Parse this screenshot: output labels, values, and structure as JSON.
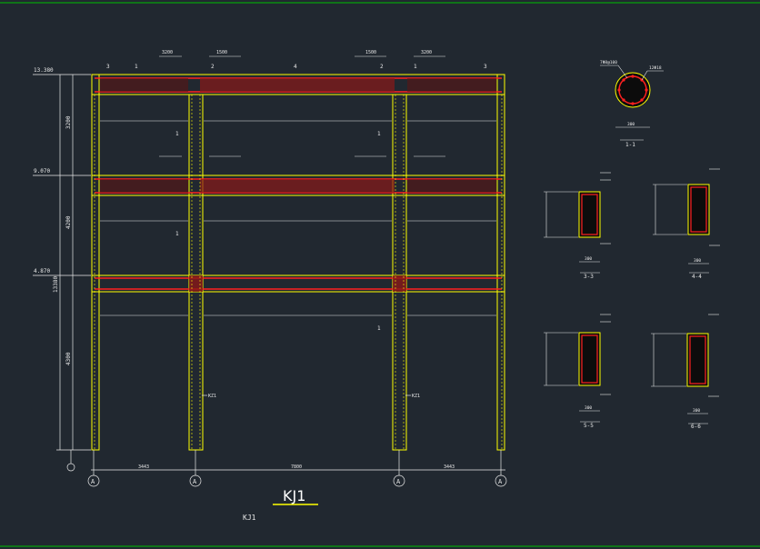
{
  "drawing": {
    "title": "KJ1",
    "subtitle": "KJ1",
    "elevations": [
      "13.380",
      "9.070",
      "4.870"
    ],
    "axis_labels": [
      "A",
      "A",
      "A",
      "A"
    ],
    "axis_dims": [
      "3443",
      "7800",
      "3443"
    ],
    "story_dims": [
      "4300",
      "4200",
      "3200",
      "13380"
    ],
    "top_dims": [
      "3200",
      "1500",
      "1500",
      "3200"
    ],
    "beam_labels": [
      "3",
      "1",
      "2",
      "4",
      "2",
      "1",
      "3"
    ],
    "section_marks": [
      "1",
      "1",
      "1",
      "1"
    ],
    "tags": [
      "KZ1",
      "KZ1"
    ],
    "section_titles": [
      "1-1",
      "3-3",
      "4-4",
      "5-5",
      "6-6"
    ],
    "circle_labels": [
      "7Φ8@100",
      "12Φ18"
    ],
    "section_dims": [
      "300",
      "300",
      "300",
      "300",
      "300"
    ]
  },
  "colors": {
    "background": "#212830",
    "frame": "#ffff00",
    "rebar": "#ff2020",
    "dims": "#e8e8e8",
    "border": "#00c000"
  }
}
